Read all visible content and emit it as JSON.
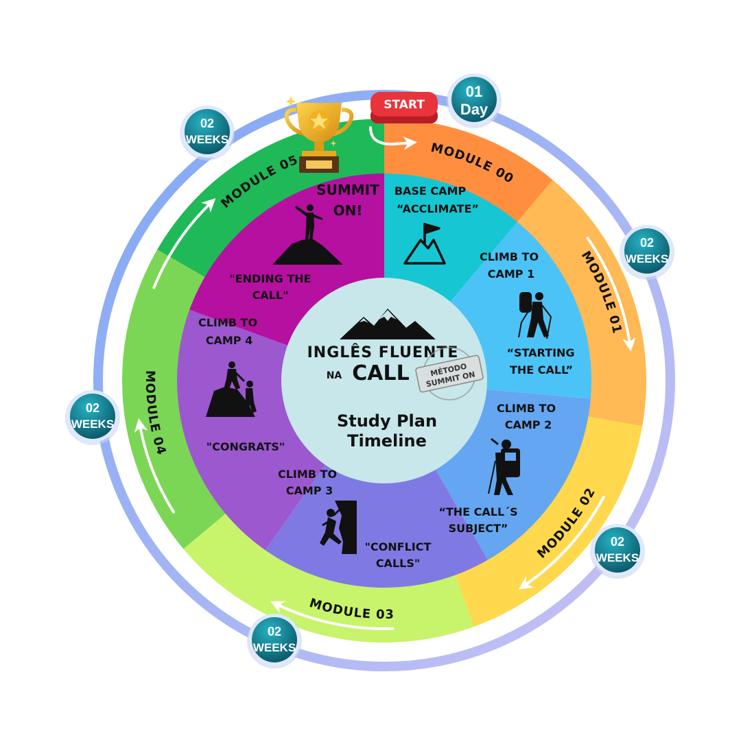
{
  "start_label": "START",
  "center": {
    "brand_line1": "INGLÊS FLUENTE",
    "brand_na": "NA",
    "brand_call": "CALL",
    "stamp_line1": "MÉTODO",
    "stamp_line2": "SUMMIT ON",
    "title_line1": "Study Plan",
    "title_line2": "Timeline"
  },
  "durations": [
    {
      "line1": "01",
      "line2": "Day"
    },
    {
      "line1": "02",
      "line2": "WEEKS"
    },
    {
      "line1": "02",
      "line2": "WEEKS"
    },
    {
      "line1": "02",
      "line2": "WEEKS"
    },
    {
      "line1": "02",
      "line2": "WEEKS"
    },
    {
      "line1": "02",
      "line2": "WEEKS"
    }
  ],
  "modules": [
    {
      "label": "MODULE 00",
      "outer_color": "#ff8f3f",
      "inner_color": "#17c6d3",
      "line1": "BASE CAMP",
      "line2": "",
      "quote1": "“ACCLIMATE”",
      "quote2": ""
    },
    {
      "label": "MODULE 01",
      "outer_color": "#ffb955",
      "inner_color": "#4cc3f7",
      "line1": "CLIMB TO",
      "line2": "CAMP 1",
      "quote1": "“STARTING",
      "quote2": "THE CALL”"
    },
    {
      "label": "MODULE 02",
      "outer_color": "#ffd84e",
      "inner_color": "#64a6f1",
      "line1": "CLIMB TO",
      "line2": "CAMP 2",
      "quote1": "“THE CALL´S",
      "quote2": "SUBJECT”"
    },
    {
      "label": "MODULE 03",
      "outer_color": "#c7f46a",
      "inner_color": "#7f7ae3",
      "line1": "CLIMB TO",
      "line2": "CAMP 3",
      "quote1": "\"CONFLICT",
      "quote2": "CALLS\""
    },
    {
      "label": "MODULE 04",
      "outer_color": "#7bd655",
      "inner_color": "#9c58cf",
      "line1": "CLIMB TO",
      "line2": "CAMP 4",
      "quote1": "\"CONGRATS\"",
      "quote2": ""
    },
    {
      "label": "MODULE 05",
      "outer_color": "#1fb957",
      "inner_color": "#b510a0",
      "line1": "SUMMIT",
      "line2": "ON!",
      "quote1": "\"ENDING THE",
      "quote2": "CALL\""
    }
  ],
  "colors": {
    "ring_gradient_start": "#7fa8f4",
    "ring_gradient_end": "#c9c2f5",
    "center_fill": "#c7e7ea",
    "badge_dark": "#0a5566",
    "badge_light": "#26b3c4",
    "start_red": "#e8343a",
    "text_dark": "#111111"
  },
  "icons": [
    "trophy-icon",
    "flag-mountain-icon",
    "hiker-icon",
    "backpacker-icon",
    "rock-climber-icon",
    "helping-climbers-icon",
    "summit-person-icon",
    "mountains-logo-icon",
    "arrow-icon"
  ]
}
